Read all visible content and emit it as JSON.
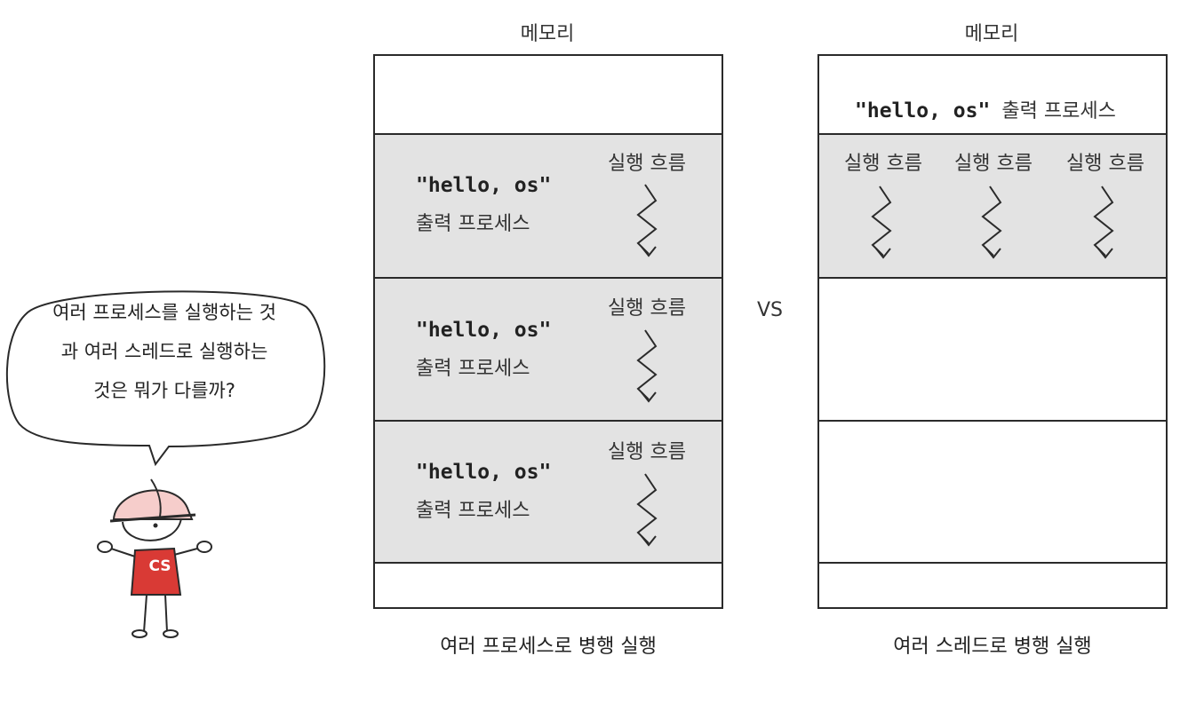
{
  "speech_bubble": {
    "lines": [
      "여러 프로세스를 실행하는 것",
      "과 여러 스레드로 실행하는",
      "것은 뭐가 다를까?"
    ]
  },
  "mascot": {
    "shirt_text": "CS"
  },
  "vs_label": "VS",
  "left_panel": {
    "title": "메모리",
    "process_code": "\"hello, os\"",
    "process_label": "출력 프로세스",
    "flow_label": "실행 흐름",
    "caption": "여러 프로세스로 병행 실행"
  },
  "right_panel": {
    "title": "메모리",
    "process_code": "\"hello, os\"",
    "process_label": "출력 프로세스",
    "flow_label": "실행 흐름",
    "caption": "여러 스레드로 병행 실행"
  },
  "colors": {
    "segment_fill": "#e3e3e3",
    "border": "#2a2a2a",
    "mascot_shirt": "#d93a35",
    "mascot_helmet": "#f6cdcb"
  }
}
